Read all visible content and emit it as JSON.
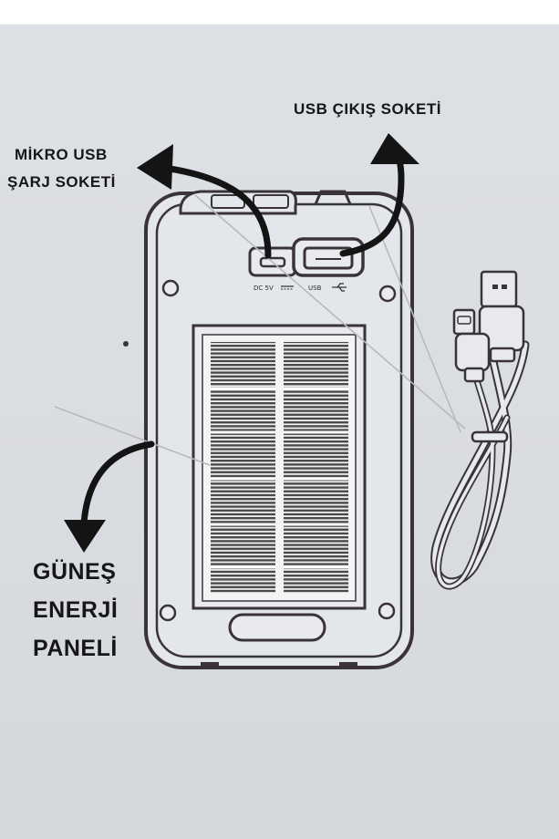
{
  "labels": {
    "micro_usb_line1": "MİKRO USB",
    "micro_usb_line2": "ŞARJ SOKETİ",
    "usb_output": "USB ÇIKIŞ SOKETİ",
    "solar_line1": "GÜNEŞ",
    "solar_line2": "ENERJİ",
    "solar_line3": "PANELİ"
  },
  "port_marks": {
    "dc_input": "DC 5V",
    "usb_port": "USB"
  },
  "colors": {
    "background": "#d9dce1",
    "outline": "#3a3438",
    "arrow": "#141414",
    "panel_cell": "#4a4a4c"
  }
}
